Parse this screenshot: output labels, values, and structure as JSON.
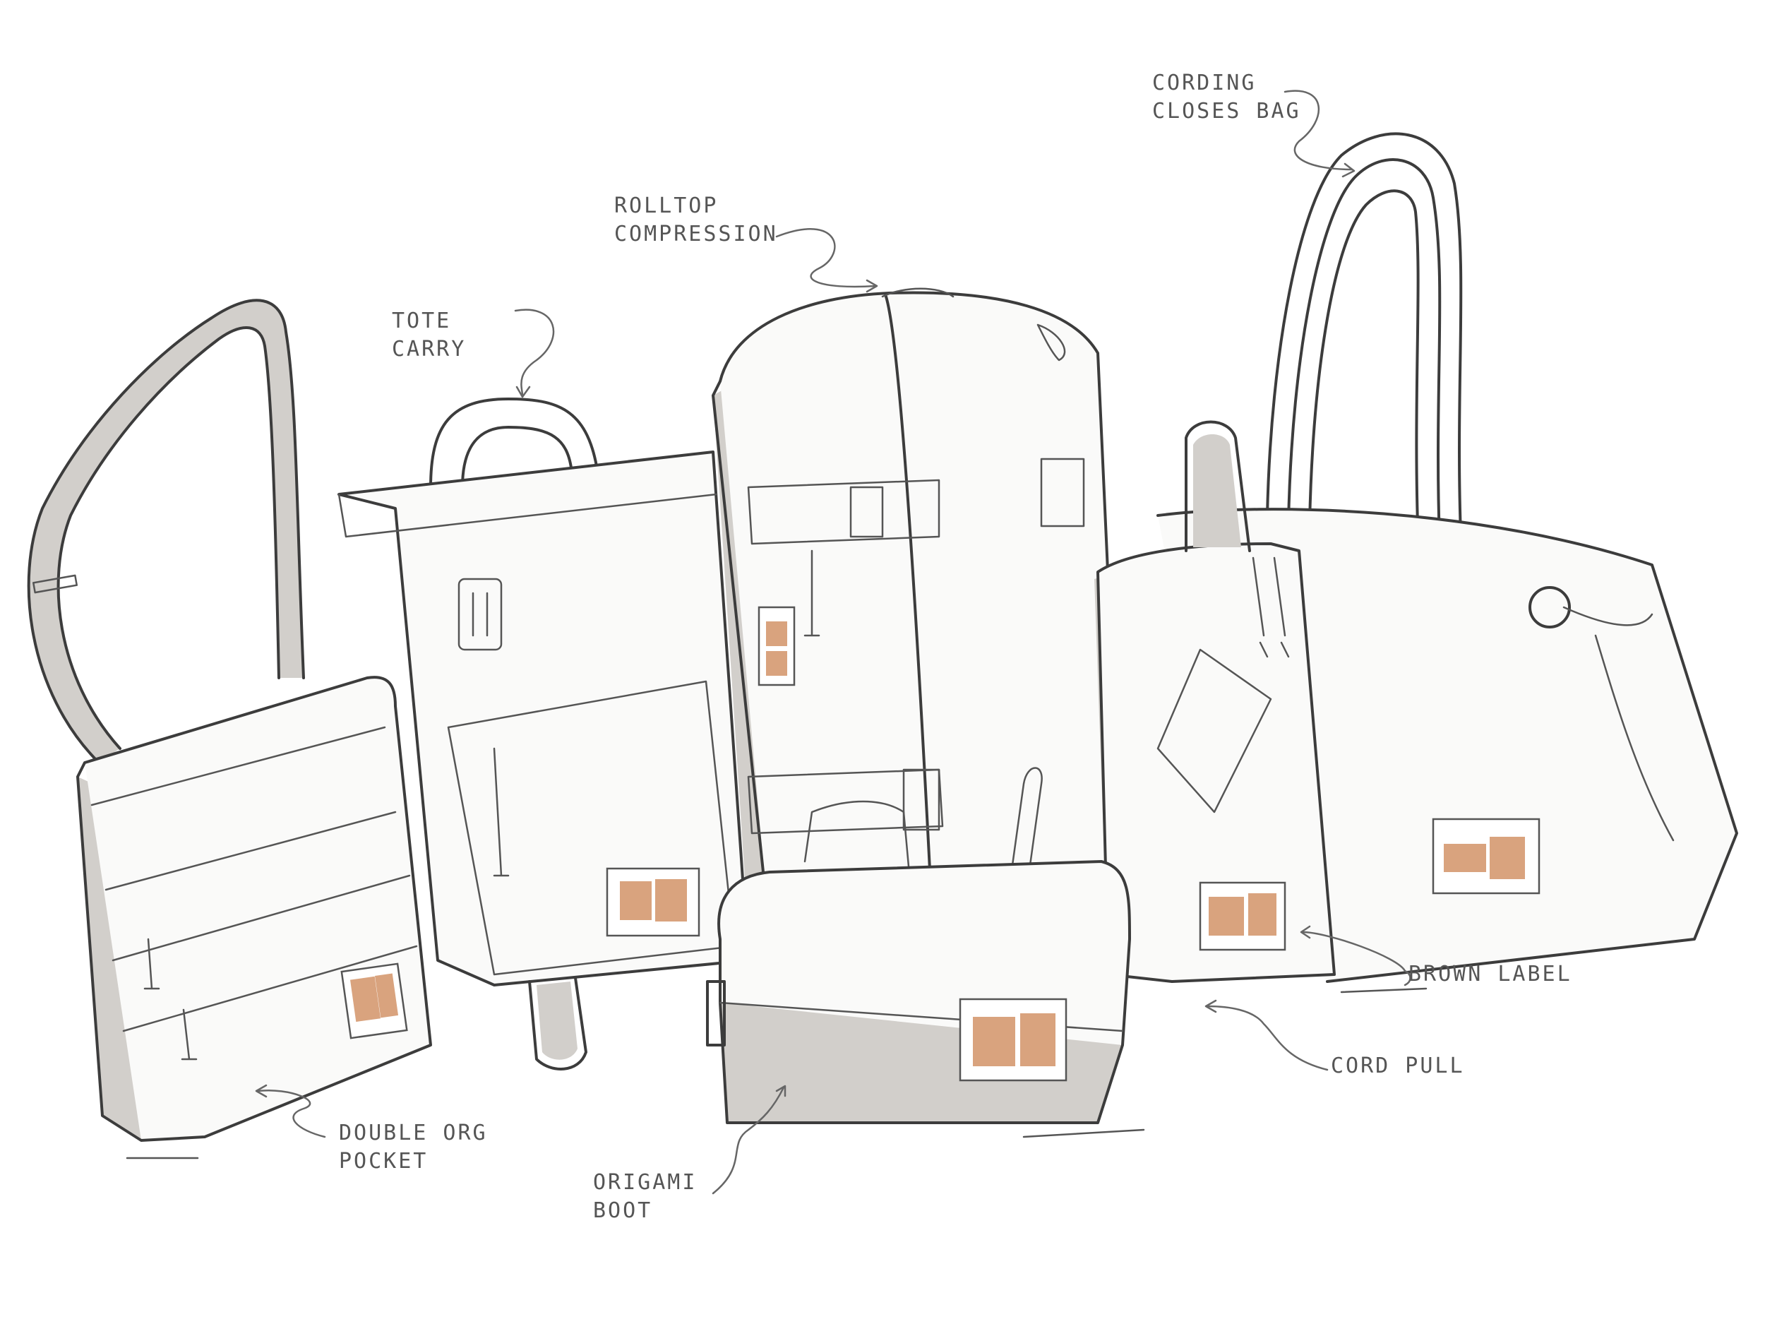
{
  "colors": {
    "ink": "#3c3c3c",
    "shadow_grey": "#d2cfcb",
    "label_brown": "#d9a37e",
    "paper": "#ffffff"
  },
  "annotations": {
    "cording": "CORDING\nCLOSES BAG",
    "rolltop": "ROLLTOP\nCOMPRESSION",
    "tote": "TOTE\nCARRY",
    "brown_label": "BROWN LABEL",
    "cord_pull": "CORD PULL",
    "double_org": "DOUBLE ORG\nPOCKET",
    "origami": "ORIGAMI\nBOOT"
  }
}
